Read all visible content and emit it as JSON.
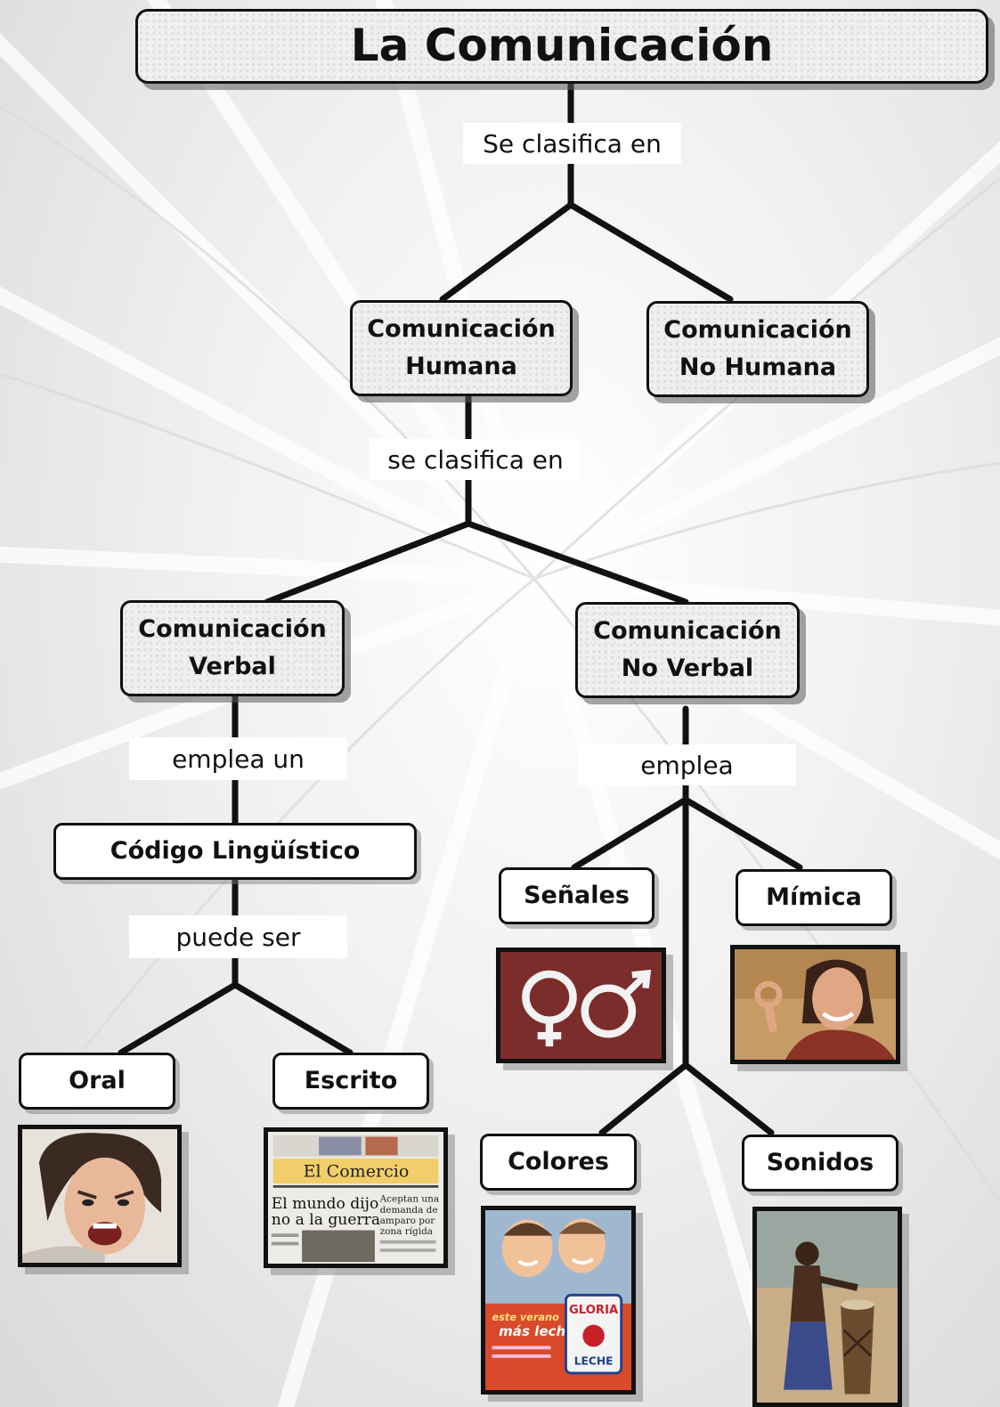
{
  "title": "La Comunicación",
  "links": {
    "root": "Se clasifica en",
    "humana": "se clasifica en",
    "verbal": "emplea un",
    "no_verbal": "emplea",
    "codigo": "puede ser"
  },
  "nodes": {
    "humana": "Comunicación\nHumana",
    "no_humana": "Comunicación\nNo Humana",
    "verbal": "Comunicación\nVerbal",
    "no_verbal": "Comunicación\nNo Verbal",
    "codigo": "Código Lingüístico",
    "oral": "Oral",
    "escrito": "Escrito",
    "senales": "Señales",
    "mimica": "Mímica",
    "colores": "Colores",
    "sonidos": "Sonidos"
  },
  "newspaper": {
    "masthead": "El Comercio",
    "headline_1": "El mundo dijo",
    "headline_2": "no a la guerra",
    "side_1": "Aceptan una",
    "side_2": "demanda de",
    "side_3": "amparo por",
    "side_4": "zona rígida"
  },
  "ad": {
    "slogan_1": "este verano",
    "slogan_2": "más leche",
    "brand": "GLORIA",
    "product": "LECHE"
  },
  "colors": {
    "line": "#111111",
    "box_bg": "#efefef",
    "shadow": "#5a5a5a"
  }
}
